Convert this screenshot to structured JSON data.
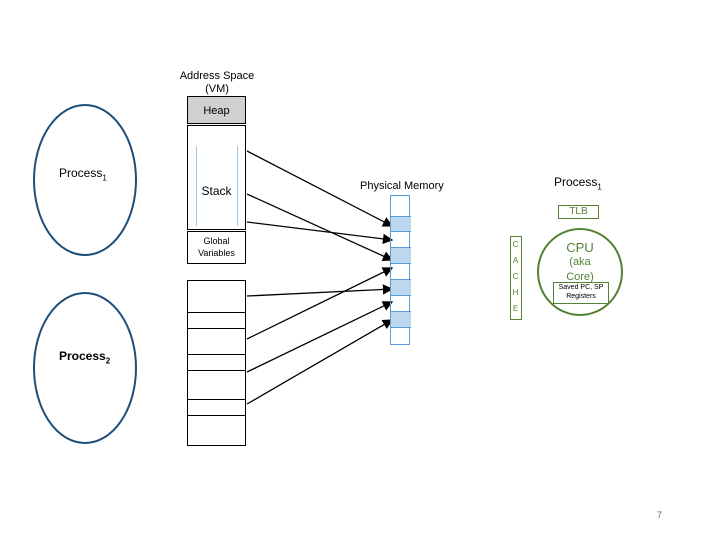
{
  "address_space": {
    "title_line1": "Address Space",
    "title_line2": "(VM)",
    "heap_label": "Heap",
    "stack_label": "Stack",
    "globals_line1": "Global",
    "globals_line2": "Variables"
  },
  "process1_left": {
    "label": "Process",
    "sub": "1"
  },
  "process2_left": {
    "label": "Process",
    "sub": "2"
  },
  "physical_memory": {
    "label": "Physical Memory"
  },
  "cpu_area": {
    "process_label": "Process",
    "process_sub": "1",
    "tlb_label": "TLB",
    "cache_letters": [
      "C",
      "A",
      "C",
      "H",
      "E"
    ],
    "cpu_line1": "CPU",
    "cpu_line2": "(aka",
    "cpu_line3": "Core)",
    "saved_line1": "Saved PC, SP",
    "saved_line2": "Registers"
  },
  "page_number": "7",
  "colors": {
    "circle_stroke": "#1f4e79",
    "pm_stroke": "#5b9bd5",
    "pm_fill_shaded": "#bdd7ee",
    "heap_fill": "#d0d0d0",
    "stack_edge": "#9dc3e6",
    "cpu_green": "#548235"
  }
}
